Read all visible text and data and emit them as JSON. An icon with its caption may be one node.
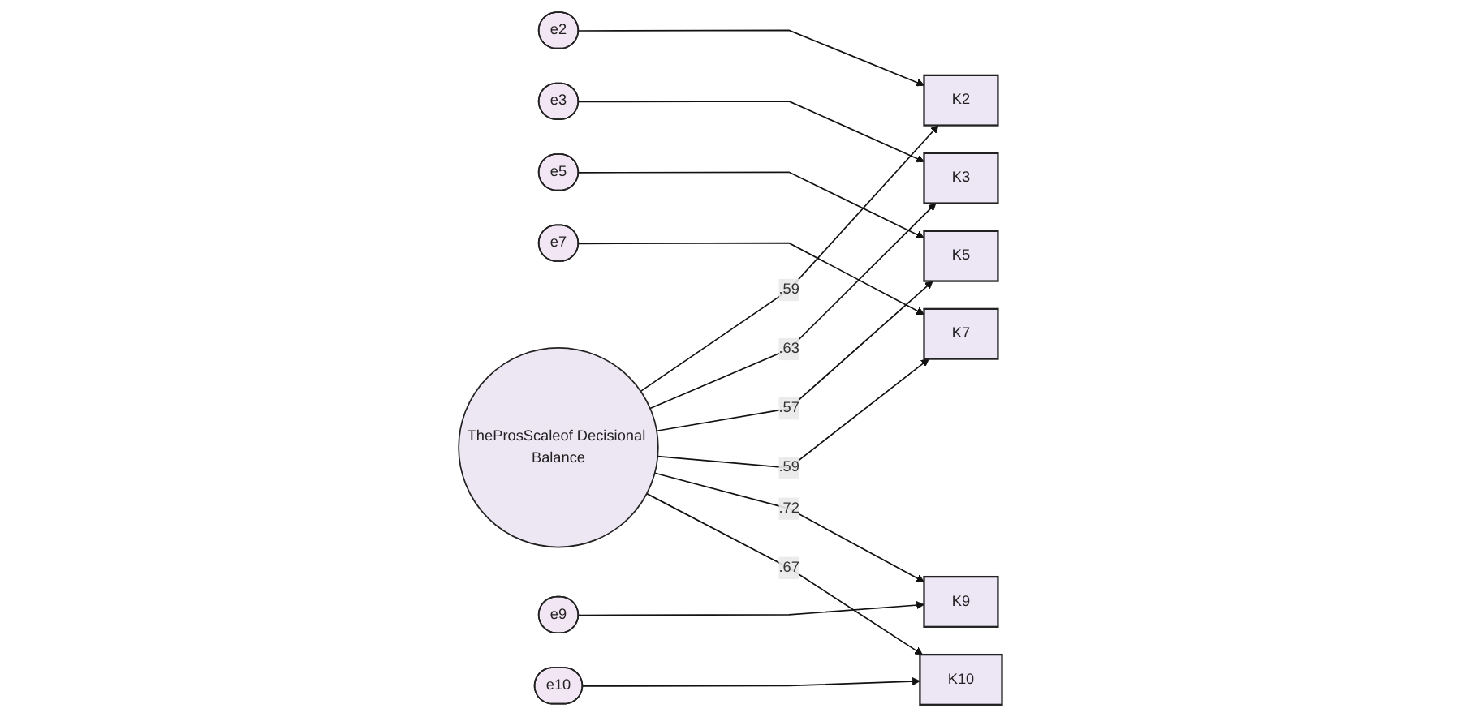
{
  "diagram": {
    "nodes": [
      {
        "text": [
          "e2"
        ]
      },
      {
        "text": [
          "K2"
        ]
      },
      {
        "text": [
          "e3"
        ]
      },
      {
        "text": [
          "K3"
        ]
      },
      {
        "text": [
          "e5"
        ]
      },
      {
        "text": [
          "K5"
        ]
      },
      {
        "text": [
          "e7"
        ]
      },
      {
        "text": [
          "K7"
        ]
      },
      {
        "text": [
          "e9"
        ]
      },
      {
        "text": [
          "K9"
        ]
      },
      {
        "text": [
          "e10"
        ]
      },
      {
        "text": [
          "K10"
        ]
      },
      {
        "text": [
          "TheProsScaleof Decisional Balance"
        ]
      }
    ],
    "edges": [
      {
        "from": 0,
        "to": 1,
        "arrow": "to"
      },
      {
        "from": 2,
        "to": 3,
        "arrow": "to"
      },
      {
        "from": 4,
        "to": 5,
        "arrow": "to"
      },
      {
        "from": 6,
        "to": 7,
        "arrow": "to"
      },
      {
        "from": 8,
        "to": 9,
        "arrow": "to"
      },
      {
        "from": 10,
        "to": 11,
        "arrow": "to"
      },
      {
        "from": 12,
        "to": 1,
        "label": ".59",
        "arrow": "to"
      },
      {
        "from": 12,
        "to": 3,
        "label": ".63",
        "arrow": "to"
      },
      {
        "from": 12,
        "to": 5,
        "label": ".57",
        "arrow": "to"
      },
      {
        "from": 12,
        "to": 7,
        "label": ".59",
        "arrow": "to"
      },
      {
        "from": 12,
        "to": 9,
        "label": ".72",
        "arrow": "to"
      },
      {
        "from": 12,
        "to": 11,
        "label": ".67",
        "arrow": "to"
      }
    ]
  }
}
